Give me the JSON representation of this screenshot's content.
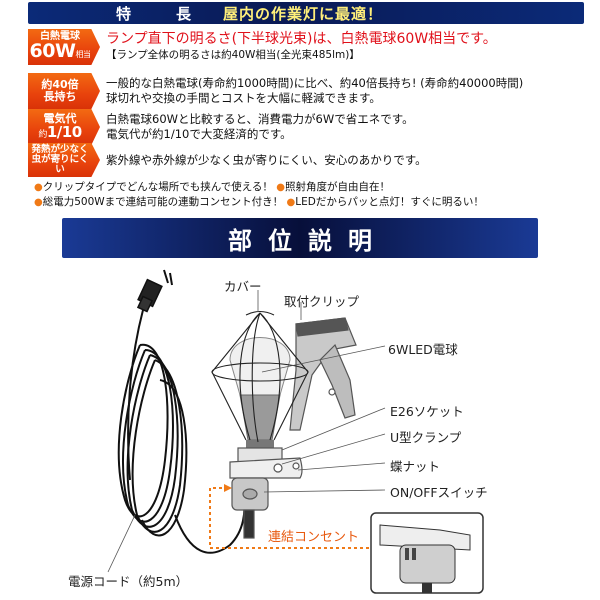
{
  "header_banner": {
    "title_char_1": "特",
    "title_char_2": "長",
    "tagline": "屋内の作業灯に最適！"
  },
  "features": [
    {
      "badge_line1": "白熱電球",
      "badge_big": "60W",
      "badge_suffix": "相当",
      "headline": "ランプ直下の明るさ(下半球光束)は、白熱電球60W相当です。",
      "subtext": "【ランプ全体の明るさは約40W相当(全光束485lm)】"
    },
    {
      "badge_line1": "約40倍",
      "badge_line2": "長持ち",
      "text_line1": "一般的な白熱電球(寿命約1000時間)に比べ、約40倍長持ち! (寿命約40000時間)",
      "text_line2": "球切れや交換の手間とコストを大幅に軽減できます。"
    },
    {
      "badge_line1": "電気代",
      "badge_big_prefix": "約",
      "badge_big": "1/10",
      "text_line1": "白熱電球60Wと比較すると、消費電力が6Wで省エネです。",
      "text_line2": "電気代が約1/10で大変経済的です。"
    },
    {
      "badge_line1": "発熱が少なく",
      "badge_line2": "虫が寄りにくい",
      "text_line1": "紫外線や赤外線が少なく虫が寄りにくい、安心のあかりです。"
    }
  ],
  "bullets": [
    [
      "クリップタイプでどんな場所でも挟んで使える！",
      "照射角度が自由自在！"
    ],
    [
      "総電力500Wまで連結可能の連動コンセント付き！",
      "LEDだからパッと点灯！すぐに明るい！"
    ]
  ],
  "section_banner": {
    "title": "部位説明"
  },
  "diagram": {
    "labels": {
      "cover": "カバー",
      "clip": "取付クリップ",
      "bulb": "6WLED電球",
      "socket": "E26ソケット",
      "clamp": "U型クランプ",
      "wing_nut": "蝶ナット",
      "switch": "ON/OFFスイッチ",
      "outlet": "連結コンセント",
      "cord": "電源コード（約5m）"
    }
  },
  "colors": {
    "banner_navy": "#0a1a55",
    "badge_orange": "#e8420c",
    "headline_red": "#e0101a",
    "bullet_orange": "#f07a17",
    "tagline_yellow": "#ffef7a",
    "outlet_label_orange": "#e85a10"
  }
}
